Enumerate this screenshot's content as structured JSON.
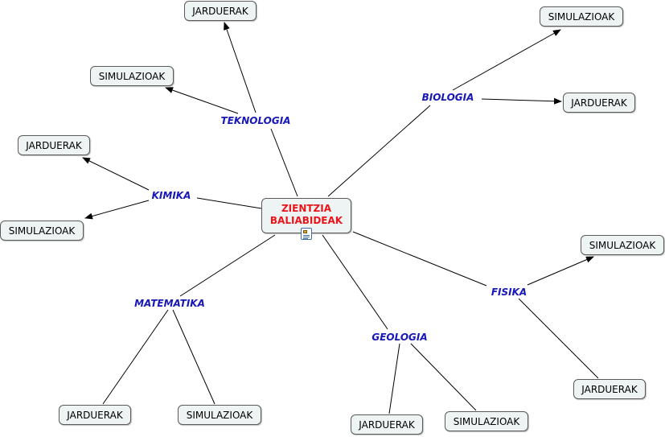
{
  "colors": {
    "center_text": "#e8151b",
    "link_text": "#1818b8",
    "node_bg": "#eef3f3",
    "node_border": "#5a5a5a",
    "line": "#000000"
  },
  "center": {
    "line1": "ZIENTZIA",
    "line2": "BALIABIDEAK",
    "icon": "document-icon"
  },
  "links": {
    "teknologia": "TEKNOLOGIA",
    "biologia": "BIOLOGIA",
    "kimika": "KIMIKA",
    "matematika": "MATEMATIKA",
    "geologia": "GEOLOGIA",
    "fisika": "FISIKA"
  },
  "nodes": {
    "teknologia_jarduerak": "JARDUERAK",
    "teknologia_simulazioak": "SIMULAZIOAK",
    "biologia_simulazioak": "SIMULAZIOAK",
    "biologia_jarduerak": "JARDUERAK",
    "kimika_jarduerak": "JARDUERAK",
    "kimika_simulazioak": "SIMULAZIOAK",
    "fisika_simulazioak": "SIMULAZIOAK",
    "fisika_jarduerak": "JARDUERAK",
    "matematika_jarduerak": "JARDUERAK",
    "matematika_simulazioak": "SIMULAZIOAK",
    "geologia_jarduerak": "JARDUERAK",
    "geologia_simulazioak": "SIMULAZIOAK"
  }
}
